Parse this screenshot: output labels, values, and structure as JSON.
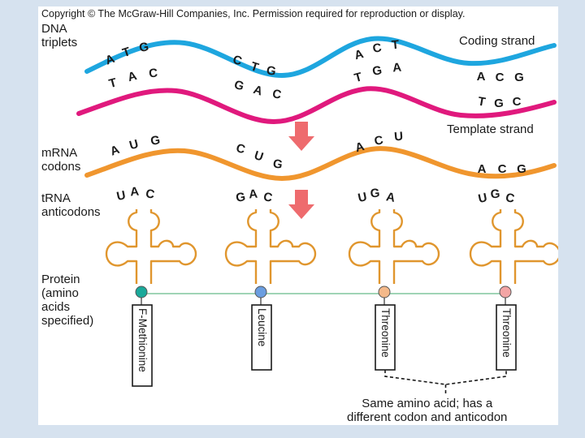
{
  "copyright": "Copyright © The McGraw-Hill Companies, Inc. Permission required for reproduction or display.",
  "labels": {
    "dna_triplets": "DNA\ntriplets",
    "coding_strand": "Coding strand",
    "template_strand": "Template strand",
    "mrna_codons": "mRNA\ncodons",
    "trna_anticodons": "tRNA\nanticodons",
    "protein": "Protein\n(amino\nacids\nspecified)",
    "note": "Same amino acid; has a\ndifferent codon and anticodon"
  },
  "columns": [
    {
      "coding": [
        "A",
        "T",
        "G"
      ],
      "template": [
        "T",
        "A",
        "C"
      ],
      "mrna": [
        "A",
        "U",
        "G"
      ],
      "anticodon": [
        "U",
        "A",
        "C"
      ],
      "amino_acid": "F-Methionine",
      "ball_color": "#1aa99a"
    },
    {
      "coding": [
        "C",
        "T",
        "G"
      ],
      "template": [
        "G",
        "A",
        "C"
      ],
      "mrna": [
        "C",
        "U",
        "G"
      ],
      "anticodon": [
        "G",
        "A",
        "C"
      ],
      "amino_acid": "Leucine",
      "ball_color": "#6b9ee0"
    },
    {
      "coding": [
        "A",
        "C",
        "T"
      ],
      "template": [
        "T",
        "G",
        "A"
      ],
      "mrna": [
        "A",
        "C",
        "U"
      ],
      "anticodon": [
        "U",
        "G",
        "A"
      ],
      "amino_acid": "Threonine",
      "ball_color": "#f4b98a"
    },
    {
      "coding": [
        "A",
        "C",
        "G"
      ],
      "template": [
        "T",
        "G",
        "C"
      ],
      "mrna": [
        "A",
        "C",
        "G"
      ],
      "anticodon": [
        "U",
        "G",
        "C"
      ],
      "amino_acid": "Threonine",
      "ball_color": "#f3a5a5"
    }
  ],
  "colors": {
    "coding_strand": "#1ea6df",
    "template_strand": "#e0197d",
    "mrna": "#f0962e",
    "trna": "#e0962e",
    "arrow": "#ee6b6e",
    "peptide_line": "#9fd4b5"
  }
}
